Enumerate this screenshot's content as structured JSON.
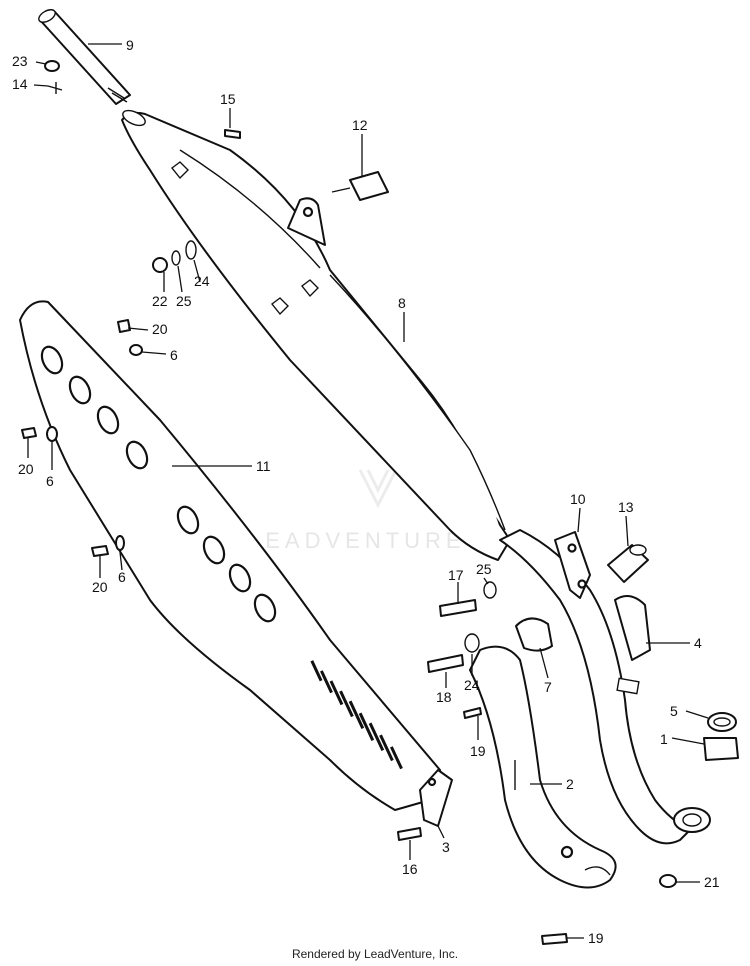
{
  "watermark": "LEADVENTURE",
  "footer": "Rendered by LeadVenture, Inc.",
  "callouts": [
    {
      "id": "c9",
      "label": "9"
    },
    {
      "id": "c23",
      "label": "23"
    },
    {
      "id": "c14",
      "label": "14"
    },
    {
      "id": "c15",
      "label": "15"
    },
    {
      "id": "c12",
      "label": "12"
    },
    {
      "id": "c22",
      "label": "22"
    },
    {
      "id": "c25a",
      "label": "25"
    },
    {
      "id": "c24a",
      "label": "24"
    },
    {
      "id": "c8",
      "label": "8"
    },
    {
      "id": "c20a",
      "label": "20"
    },
    {
      "id": "c6a",
      "label": "6"
    },
    {
      "id": "c20b",
      "label": "20"
    },
    {
      "id": "c6b",
      "label": "6"
    },
    {
      "id": "c11",
      "label": "11"
    },
    {
      "id": "c20c",
      "label": "20"
    },
    {
      "id": "c6c",
      "label": "6"
    },
    {
      "id": "c10",
      "label": "10"
    },
    {
      "id": "c13",
      "label": "13"
    },
    {
      "id": "c17",
      "label": "17"
    },
    {
      "id": "c25b",
      "label": "25"
    },
    {
      "id": "c4",
      "label": "4"
    },
    {
      "id": "c18",
      "label": "18"
    },
    {
      "id": "c24b",
      "label": "24"
    },
    {
      "id": "c7",
      "label": "7"
    },
    {
      "id": "c5",
      "label": "5"
    },
    {
      "id": "c1",
      "label": "1"
    },
    {
      "id": "c19a",
      "label": "19"
    },
    {
      "id": "c2",
      "label": "2"
    },
    {
      "id": "c3",
      "label": "3"
    },
    {
      "id": "c16",
      "label": "16"
    },
    {
      "id": "c21",
      "label": "21"
    },
    {
      "id": "c19b",
      "label": "19"
    }
  ]
}
